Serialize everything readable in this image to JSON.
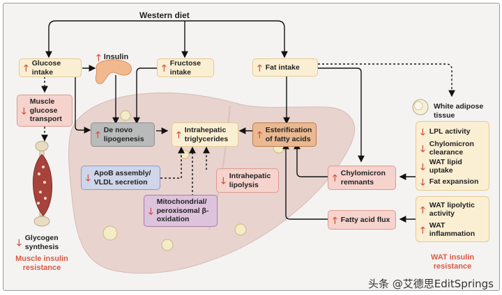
{
  "title": "Western diet",
  "nodes": {
    "glucose_intake": {
      "arrow": "up",
      "label": "Glucose intake"
    },
    "insulin": {
      "arrow": "up",
      "label": "Insulin"
    },
    "fructose_intake": {
      "arrow": "up",
      "label": "Fructose intake"
    },
    "fat_intake": {
      "arrow": "up",
      "label": "Fat intake"
    },
    "muscle_glucose_transport": {
      "arrow": "down",
      "label": "Muscle glucose transport"
    },
    "de_novo_lipogenesis": {
      "arrow": "up",
      "label": "De novo lipogenesis"
    },
    "intrahepatic_triglycerides": {
      "arrow": "up",
      "label": "Intrahepatic triglycerides"
    },
    "esterification": {
      "arrow": "up",
      "label": "Esterification of fatty acids"
    },
    "apob_assembly": {
      "arrow": "down",
      "label": "ApoB assembly/ VLDL secretion"
    },
    "intrahepatic_lipolysis": {
      "arrow": "down",
      "label": "Intrahepatic lipolysis"
    },
    "beta_oxidation": {
      "arrow": "down",
      "label": "Mitochondrial/ peroxisomal β-oxidation"
    },
    "chylomicron_remnants": {
      "arrow": "up",
      "label": "Chylomicron remnants"
    },
    "fatty_acid_flux": {
      "arrow": "up",
      "label": "Fatty acid flux"
    },
    "glycogen_synthesis": {
      "arrow": "down",
      "label": "Glycogen synthesis"
    }
  },
  "white_adipose_tissue": "White adipose tissue",
  "wat_panel_1": [
    {
      "arrow": "down",
      "label": "LPL activity"
    },
    {
      "arrow": "down",
      "label": "Chylomicron clearance"
    },
    {
      "arrow": "down",
      "label": "WAT lipid uptake"
    },
    {
      "arrow": "down",
      "label": "Fat expansion"
    }
  ],
  "wat_panel_2": [
    {
      "arrow": "up",
      "label": "WAT lipolytic activity"
    },
    {
      "arrow": "up",
      "label": "WAT inflammation"
    }
  ],
  "captions": {
    "muscle": "Muscle insulin resistance",
    "wat": "WAT insulin resistance"
  },
  "watermark": "头条 @艾德思EditSprings",
  "arrow_glyphs": {
    "up": "🡑",
    "down": "🡓"
  },
  "colors": {
    "up_arrow": "#d4523f",
    "caption_red": "#d95a45",
    "liver": "#e8d3cf"
  }
}
